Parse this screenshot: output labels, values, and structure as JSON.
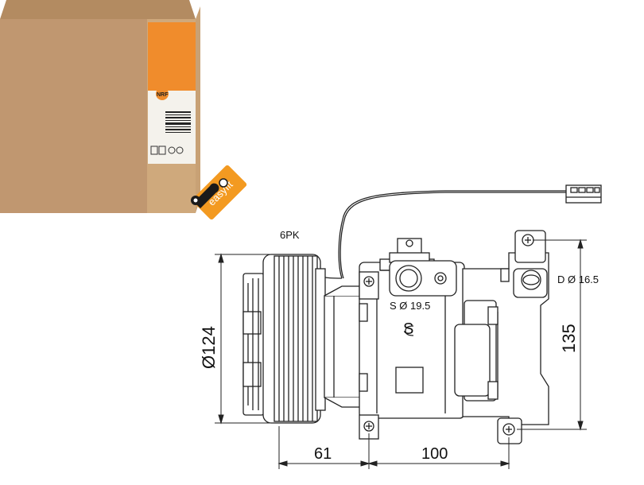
{
  "box": {
    "brand": "NRF",
    "colors": {
      "cardboard": "#c39a6e",
      "cardboard_dark": "#a67e55",
      "label_orange": "#f08c2c",
      "label_white": "#f4f2ec"
    }
  },
  "badge": {
    "text": "easyfit",
    "color": "#f39a21",
    "icon": "wrench-icon"
  },
  "labels": {
    "belt": "6PK",
    "suction": "S Ø 19.5",
    "suction_mark": "S",
    "discharge": "D Ø 16.5",
    "pulley_diameter": "Ø124",
    "height": "135",
    "dim_61": "61",
    "dim_100": "100"
  }
}
